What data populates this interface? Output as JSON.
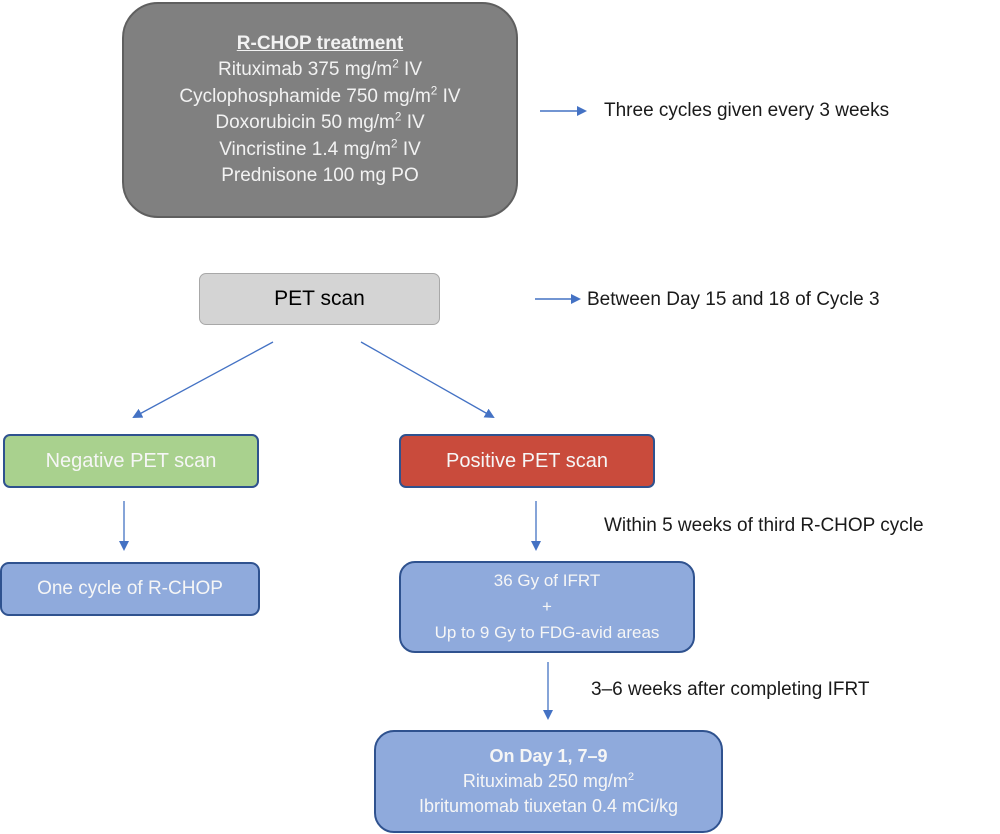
{
  "rchop_box": {
    "title": "R-CHOP treatment",
    "lines": [
      {
        "text": "Rituximab 375 mg/m",
        "sup": "2",
        "suffix": " IV"
      },
      {
        "text": "Cyclophosphamide 750 mg/m",
        "sup": "2",
        "suffix": " IV"
      },
      {
        "text": "Doxorubicin 50 mg/m",
        "sup": "2",
        "suffix": " IV"
      },
      {
        "text": "Vincristine 1.4 mg/m",
        "sup": "2",
        "suffix": " IV"
      },
      {
        "text": "Prednisone 100 mg PO",
        "sup": "",
        "suffix": ""
      }
    ]
  },
  "rchop_note": "Three cycles given every 3 weeks",
  "pet_box": "PET scan",
  "pet_note": "Between Day 15 and 18 of Cycle 3",
  "negative_box": "Negative PET scan",
  "positive_box": "Positive PET scan",
  "negative_outcome": "One cycle of R-CHOP",
  "positive_note": "Within 5 weeks of third R-CHOP cycle",
  "ifrt_box": {
    "line1": "36 Gy of IFRT",
    "plus": "+",
    "line2": "Up to 9 Gy to FDG-avid areas"
  },
  "ifrt_note": "3–6 weeks after completing IFRT",
  "final_box": {
    "title": "On Day 1, 7–9",
    "line1_text": "Rituximab 250 mg/m",
    "line1_sup": "2",
    "line2": "Ibritumomab tiuxetan 0.4 mCi/kg"
  },
  "colors": {
    "arrow": "#4472c4",
    "rchop_fill": "#808080",
    "pet_fill": "#d4d4d4",
    "negative_fill": "#a9d18e",
    "positive_fill": "#c94b3c",
    "step_fill": "#8faadc",
    "step_border": "#2f528f"
  }
}
